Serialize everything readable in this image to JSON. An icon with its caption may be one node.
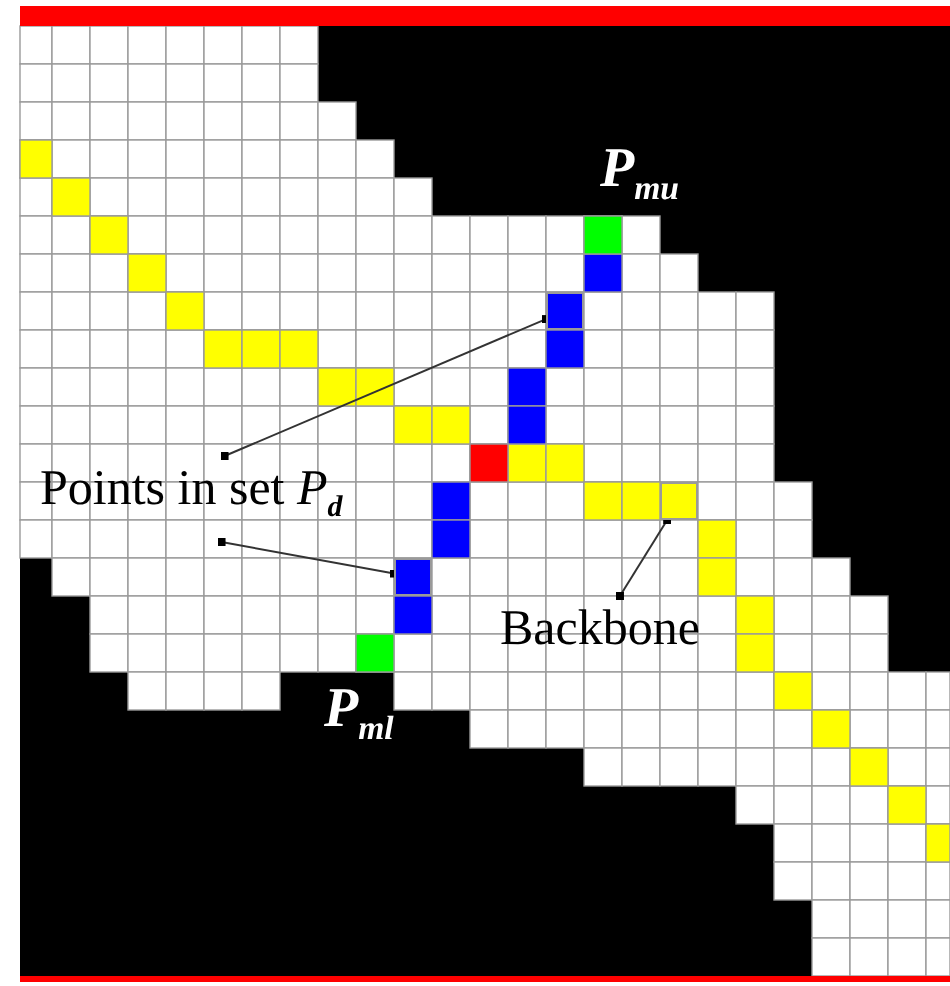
{
  "diagram": {
    "nodes": [
      {
        "text": [
          "Points in set *P*$_{d}$"
        ]
      },
      {
        "text": [],
        "shape": "box"
      },
      {
        "text": [],
        "shape": "box"
      },
      {
        "text": [
          "Backbone"
        ]
      },
      {
        "text": [],
        "shape": "box"
      }
    ],
    "edges": [
      {
        "from": 0,
        "to": 1,
        "arrow": "other"
      },
      {
        "from": 0,
        "to": 2,
        "arrow": "other"
      },
      {
        "from": 3,
        "to": 4,
        "arrow": "other"
      }
    ],
    "labels": [
      "*P*$_{mu}$",
      "*P*$_{ml}$"
    ]
  }
}
